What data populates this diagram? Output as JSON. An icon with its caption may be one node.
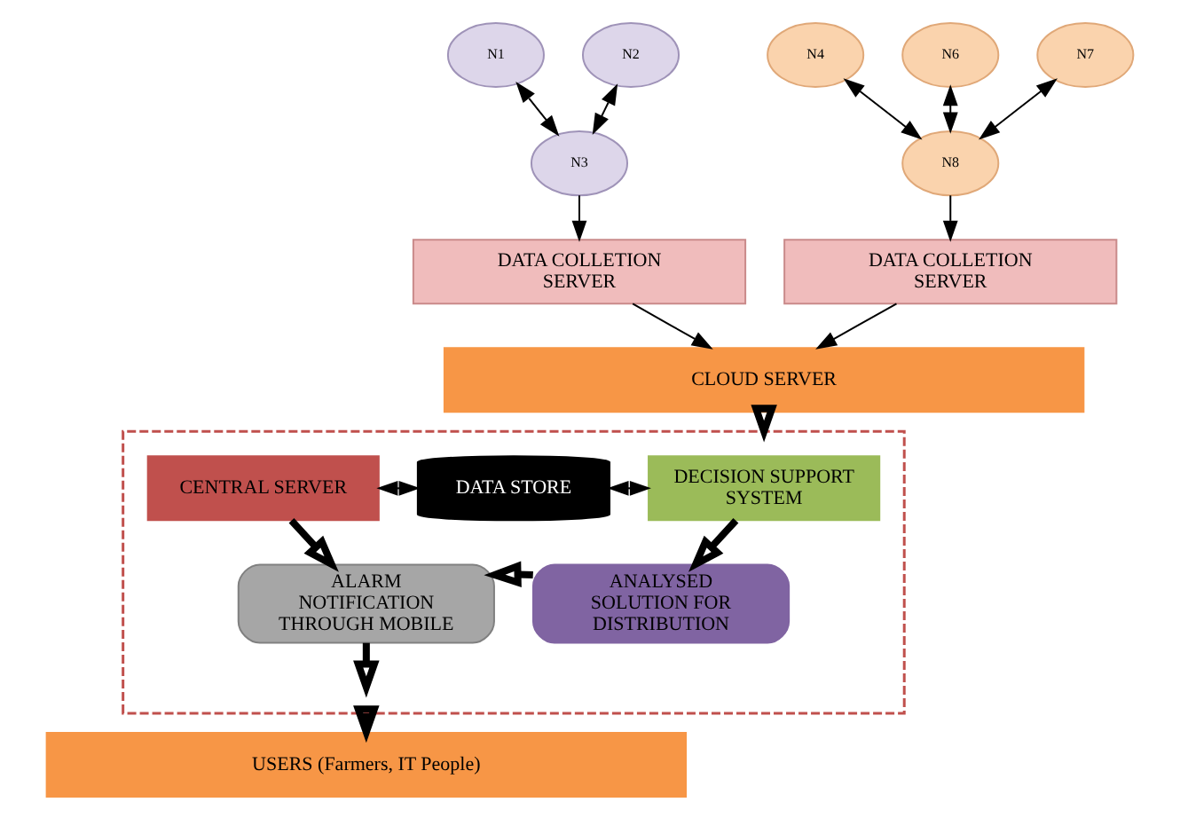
{
  "diagram": {
    "nodes": [
      {
        "text": [
          "N1"
        ]
      },
      {
        "text": [
          "N2"
        ]
      },
      {
        "text": [
          "N3"
        ]
      },
      {
        "text": [
          "N4"
        ]
      },
      {
        "text": [
          "N6"
        ]
      },
      {
        "text": [
          "N7"
        ]
      },
      {
        "text": [
          "N8"
        ]
      },
      {
        "text": [
          "DATA COLLETION",
          "SERVER"
        ]
      },
      {
        "text": [
          "DATA COLLETION",
          "SERVER"
        ]
      },
      {
        "text": [
          "CLOUD SERVER"
        ]
      },
      {
        "text": [],
        "shape": "box"
      },
      {
        "text": [
          "CENTRAL SERVER"
        ],
        "in": 10
      },
      {
        "text": [
          "DATA STORE"
        ],
        "in": 10
      },
      {
        "text": [
          "DECISION SUPPORT SYSTEM"
        ],
        "in": 10
      },
      {
        "text": [
          "ALARM NOTIFICATION THROUGH MOBILE"
        ],
        "in": 10
      },
      {
        "text": [
          "ANALYSED SOLUTION FOR DISTRIBUTION"
        ],
        "in": 10
      },
      {
        "text": [
          "USERS (Farmers, IT People)"
        ]
      }
    ],
    "edges": [
      {
        "from": 0,
        "to": 2,
        "arrow": "both"
      },
      {
        "from": 1,
        "to": 2,
        "arrow": "both"
      },
      {
        "from": 3,
        "to": 6,
        "arrow": "both"
      },
      {
        "from": 4,
        "to": 6,
        "arrow": "both"
      },
      {
        "from": 5,
        "to": 6,
        "arrow": "both"
      },
      {
        "from": 2,
        "to": 7,
        "arrow": "to"
      },
      {
        "from": 6,
        "to": 8,
        "arrow": "to"
      },
      {
        "from": 7,
        "to": 9,
        "arrow": "to"
      },
      {
        "from": 8,
        "to": 9,
        "arrow": "to"
      },
      {
        "from": 9,
        "to": 10,
        "arrow": "to",
        "style": "thick"
      },
      {
        "from": 11,
        "to": 12,
        "arrow": "both"
      },
      {
        "from": 12,
        "to": 13,
        "arrow": "both"
      },
      {
        "from": 11,
        "to": 14,
        "arrow": "to",
        "style": "thick"
      },
      {
        "from": 13,
        "to": 15,
        "arrow": "to",
        "style": "thick"
      },
      {
        "from": 15,
        "to": 14,
        "arrow": "to",
        "style": "thick"
      },
      {
        "from": 14,
        "to": 10,
        "arrow": "to",
        "style": "thick"
      },
      {
        "from": 10,
        "to": 16,
        "arrow": "to",
        "style": "thick"
      }
    ]
  }
}
